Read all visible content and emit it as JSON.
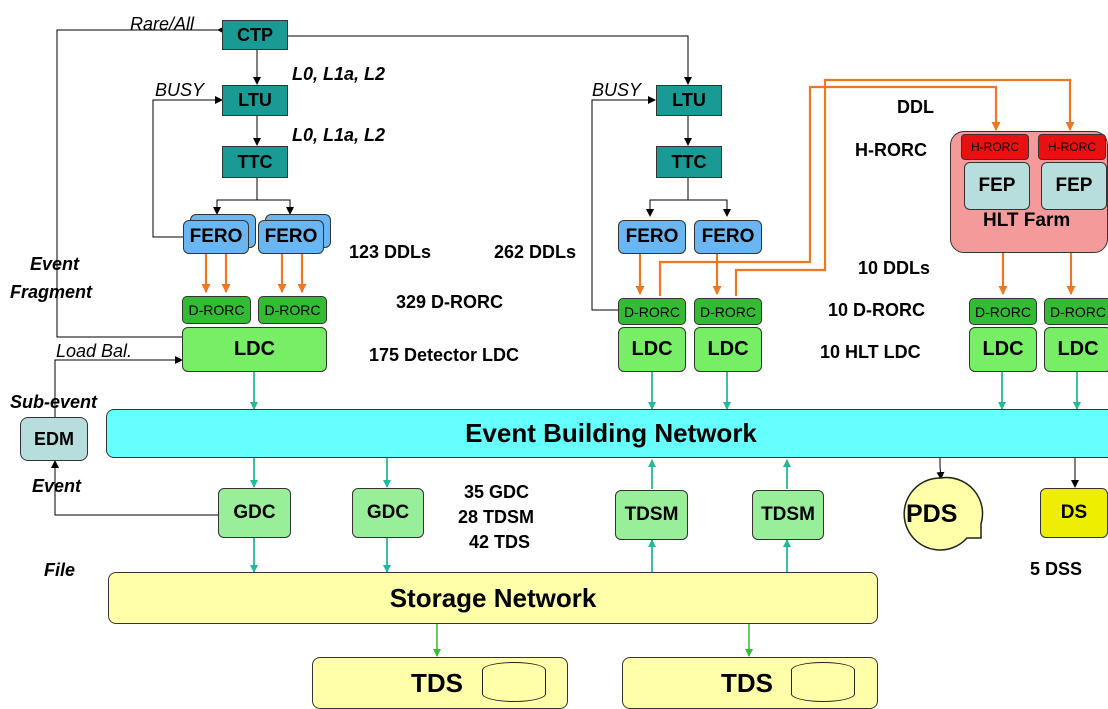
{
  "colors": {
    "trigger_line": "#000000",
    "data_line": "#ee7722",
    "network_link": "#22bb99",
    "storage_link": "#33bb33",
    "teal_box": "#1a9a95",
    "fero": "#69b6f2",
    "drorc": "#33bb33",
    "ldc": "#77ee66",
    "gdc": "#99ee99",
    "event_building_network": "#66ffff",
    "storage_network": "#ffffaa",
    "hlt_farm": "#f59a9a",
    "hrorc": "#e81010",
    "fep": "#b7dddd",
    "edm": "#b7dddd",
    "ds": "#eeee00"
  },
  "boxes": {
    "ctp": "CTP",
    "ltu": "LTU",
    "ttc": "TTC",
    "fero": "FERO",
    "drorc": "D-RORC",
    "ldc": "LDC",
    "edm": "EDM",
    "gdc": "GDC",
    "tdsm": "TDSM",
    "pds": "PDS",
    "ds": "DS",
    "hrorc": "H-RORC",
    "fep": "FEP",
    "hlt_farm": "HLT Farm",
    "tds": "TDS",
    "event_building_network": "Event Building Network",
    "storage_network": "Storage Network"
  },
  "labels": {
    "rare_all": "Rare/All",
    "busy": "BUSY",
    "l0_l1a_l2": "L0, L1a, L2",
    "event_fragment_1": "Event",
    "event_fragment_2": "Fragment",
    "load_bal": "Load Bal.",
    "sub_event": "Sub-event",
    "event": "Event",
    "file": "File",
    "ddl": "DDL",
    "hrorc_side": "H-RORC"
  },
  "counts": {
    "ddls_123": "123 DDLs",
    "ddls_262": "262 DDLs",
    "drorc_329": "329 D-RORC",
    "detector_ldc_175": "175 Detector LDC",
    "ddls_10": "10 DDLs",
    "drorc_10": "10 D-RORC",
    "hlt_ldc_10": "10 HLT LDC",
    "gdc_35": "35 GDC",
    "tdsm_28": "28 TDSM",
    "tds_42": "42 TDS",
    "dss_5": "5 DSS"
  }
}
